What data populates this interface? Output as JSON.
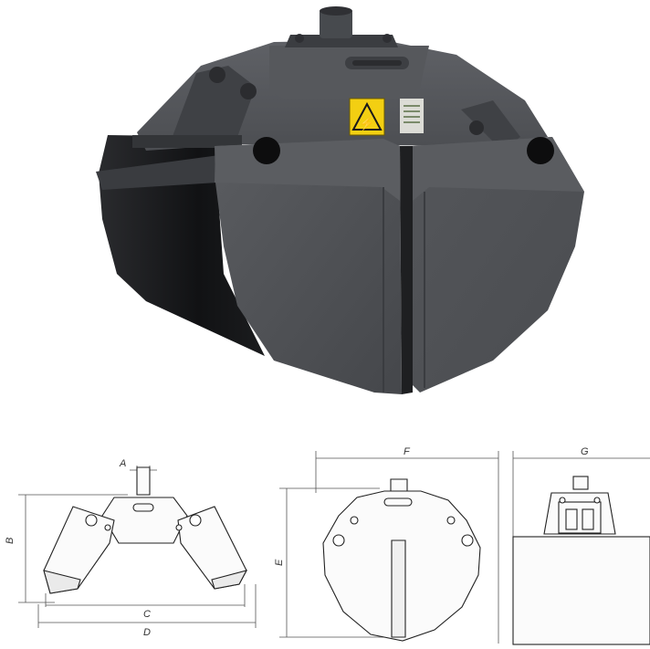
{
  "photo": {
    "warning_sign_symbol": "⚡",
    "colors": {
      "body": "#4f5155",
      "shadow": "#1d1e20",
      "sign_yellow": "#f3cf12"
    }
  },
  "drawings": {
    "front": {
      "label_a": "A",
      "label_b": "B",
      "label_c": "C",
      "label_d": "D"
    },
    "side": {
      "label_e": "E",
      "label_f": "F"
    },
    "top": {
      "label_g": "G"
    }
  }
}
